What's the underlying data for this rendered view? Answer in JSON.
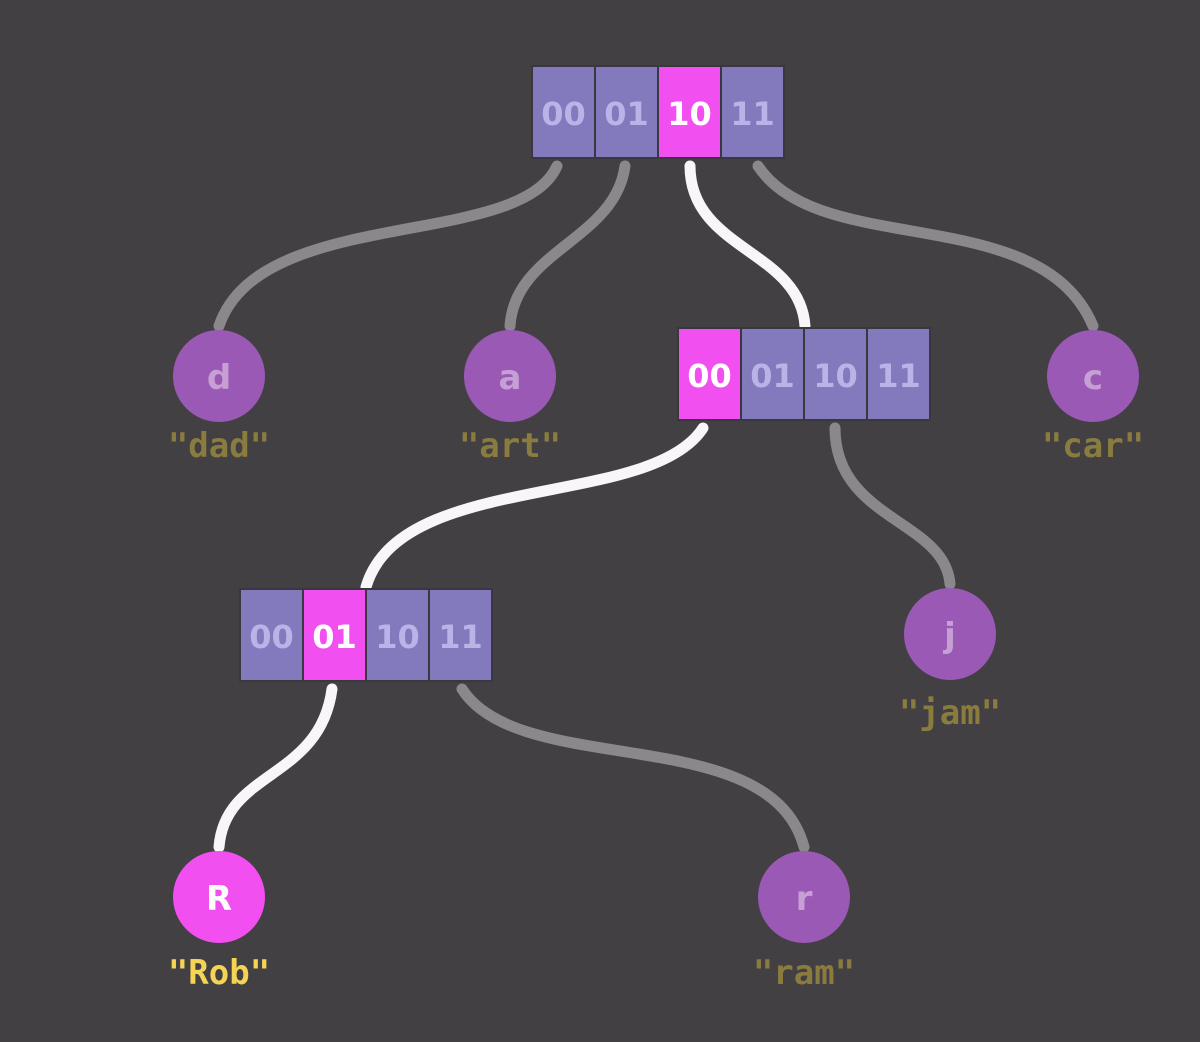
{
  "colors": {
    "background": "#434044",
    "cell": "#8379bd",
    "cell_text": "#b9b3e8",
    "cell_active": "#f14ff0",
    "cell_active_text": "#ffffff",
    "leaf": "#9b59b6",
    "leaf_text": "#c6a0d4",
    "leaf_active": "#f14ff0",
    "leaf_active_text": "#ffffff",
    "word": "#8a7c3e",
    "word_active": "#f3d454",
    "edge": "#8a888a",
    "edge_active": "#f8f6f8"
  },
  "nodes": {
    "root": {
      "cells": [
        {
          "label": "00",
          "active": false
        },
        {
          "label": "01",
          "active": false
        },
        {
          "label": "10",
          "active": true
        },
        {
          "label": "11",
          "active": false
        }
      ]
    },
    "mid": {
      "cells": [
        {
          "label": "00",
          "active": true
        },
        {
          "label": "01",
          "active": false
        },
        {
          "label": "10",
          "active": false
        },
        {
          "label": "11",
          "active": false
        }
      ]
    },
    "low": {
      "cells": [
        {
          "label": "00",
          "active": false
        },
        {
          "label": "01",
          "active": true
        },
        {
          "label": "10",
          "active": false
        },
        {
          "label": "11",
          "active": false
        }
      ]
    }
  },
  "leaves": {
    "d": {
      "letter": "d",
      "word": "\"dad\"",
      "active": false
    },
    "a": {
      "letter": "a",
      "word": "\"art\"",
      "active": false
    },
    "c": {
      "letter": "c",
      "word": "\"car\"",
      "active": false
    },
    "j": {
      "letter": "j",
      "word": "\"jam\"",
      "active": false
    },
    "R": {
      "letter": "R",
      "word": "\"Rob\"",
      "active": true
    },
    "r": {
      "letter": "r",
      "word": "\"ram\"",
      "active": false
    }
  },
  "edges": [
    {
      "from": "root.00",
      "to": "leaf.d",
      "active": false
    },
    {
      "from": "root.01",
      "to": "leaf.a",
      "active": false
    },
    {
      "from": "root.10",
      "to": "node.mid",
      "active": true
    },
    {
      "from": "root.11",
      "to": "leaf.c",
      "active": false
    },
    {
      "from": "mid.00",
      "to": "node.low",
      "active": true
    },
    {
      "from": "mid.10",
      "to": "leaf.j",
      "active": false
    },
    {
      "from": "low.01",
      "to": "leaf.R",
      "active": true
    },
    {
      "from": "low.11",
      "to": "leaf.r",
      "active": false
    }
  ]
}
